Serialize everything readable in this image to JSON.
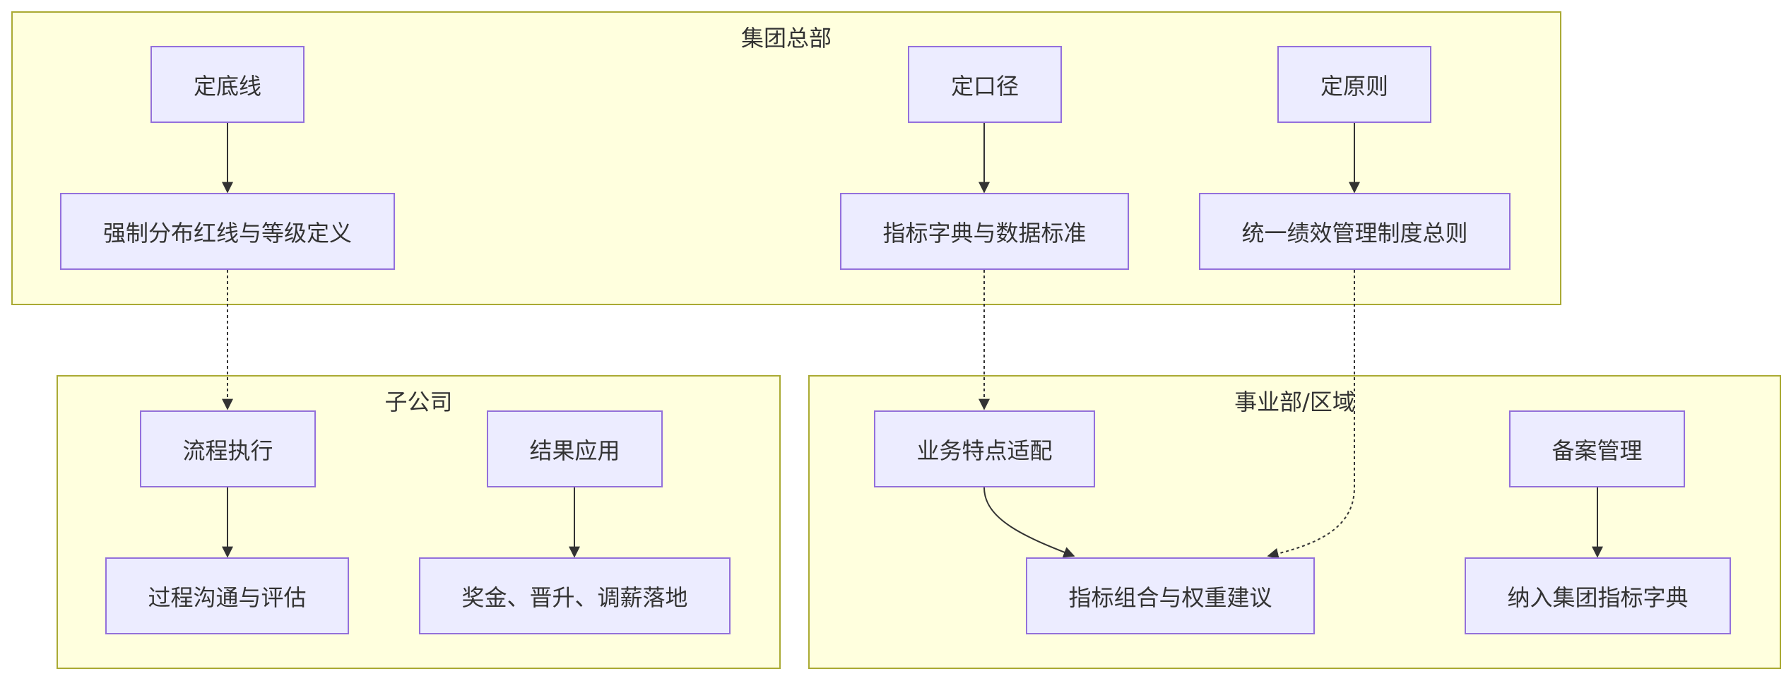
{
  "clusters": {
    "hq": "集团总部",
    "sub": "子公司",
    "bu": "事业部/区域"
  },
  "nodes": {
    "set_baseline": "定底线",
    "set_caliber": "定口径",
    "set_principle": "定原则",
    "forced_distribution": "强制分布红线与等级定义",
    "metric_dictionary": "指标字典与数据标准",
    "unified_policy": "统一绩效管理制度总则",
    "process_execution": "流程执行",
    "result_application": "结果应用",
    "process_communication": "过程沟通与评估",
    "bonus_promotion": "奖金、晋升、调薪落地",
    "business_adaptation": "业务特点适配",
    "filing_management": "备案管理",
    "metric_combination": "指标组合与权重建议",
    "include_dictionary": "纳入集团指标字典"
  },
  "colors": {
    "cluster_fill": "#ffffde",
    "cluster_border": "#aaaa33",
    "node_fill": "#ececff",
    "node_border": "#9370db",
    "edge": "#333333"
  }
}
